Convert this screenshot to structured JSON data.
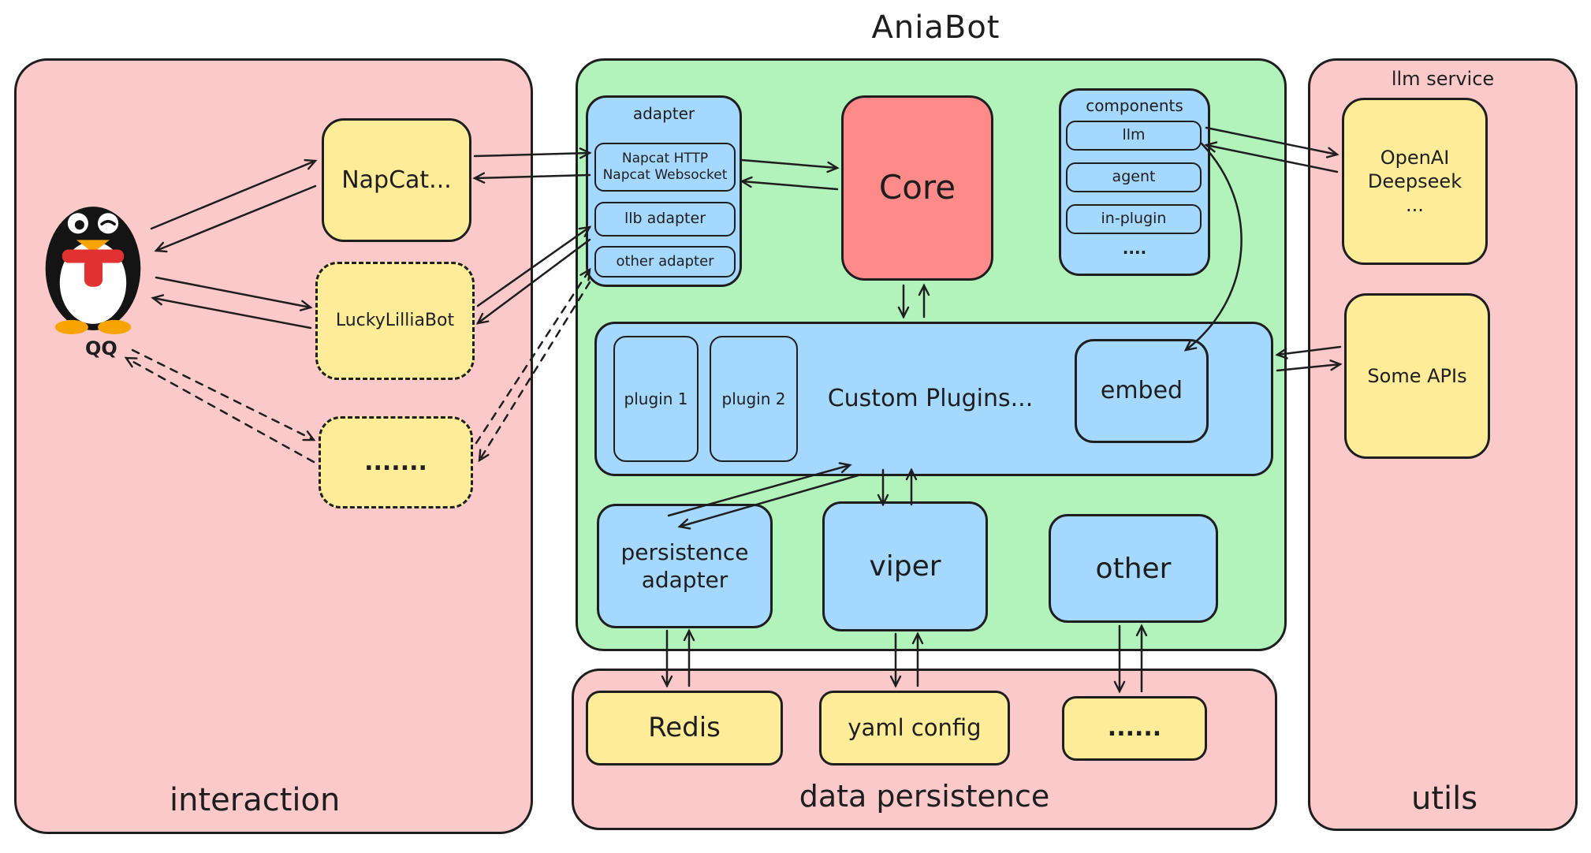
{
  "title": "AniaBot",
  "interaction": {
    "label": "interaction",
    "qq_label": "QQ",
    "napcat": "NapCat...",
    "luckylillia": "LuckyLilliaBot",
    "dots": "......."
  },
  "ania": {
    "adapter": {
      "label": "adapter",
      "http": "Napcat HTTP",
      "ws": "Napcat Websocket",
      "llb": "llb adapter",
      "other": "other adapter"
    },
    "core": "Core",
    "components": {
      "label": "components",
      "items": [
        "llm",
        "agent",
        "in-plugin"
      ],
      "more": "...."
    },
    "plugins": {
      "label": "Custom Plugins...",
      "plugin1": "plugin 1",
      "plugin2": "plugin 2",
      "embed": "embed"
    },
    "persistence": {
      "line1": "persistence",
      "line2": "adapter"
    },
    "viper": "viper",
    "other": "other"
  },
  "datap": {
    "label": "data persistence",
    "redis": "Redis",
    "yaml": "yaml config",
    "dots": "......"
  },
  "utils": {
    "label": "utils",
    "llm_service": "llm service",
    "openai": [
      "OpenAI",
      "Deepseek",
      "..."
    ],
    "some_apis": "Some APIs"
  },
  "colors": {
    "pink": "#fbc9c9",
    "green": "#b2f2bb",
    "blue": "#a5d8ff",
    "yellow": "#ffec99",
    "red": "#ff8a8a",
    "stroke": "#1e1e1e"
  }
}
